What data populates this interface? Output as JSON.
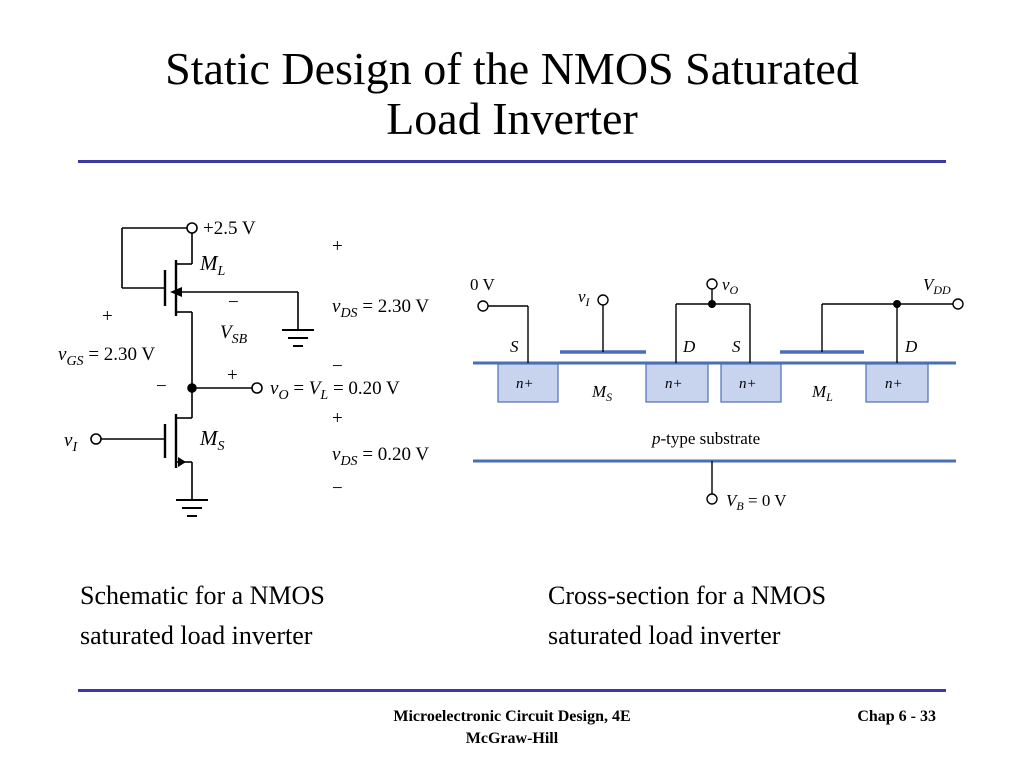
{
  "slide": {
    "title_line1": "Static Design of the NMOS Saturated",
    "title_line2": "Load Inverter",
    "rule_color": "#3a3aa0"
  },
  "schematic": {
    "supply": "+2.5 V",
    "ml_main": "M",
    "ml_sub": "L",
    "ms_main": "M",
    "ms_sub": "S",
    "vsb_main": "V",
    "vsb_sub": "SB",
    "vgs_main": "v",
    "vgs_sub": "GS",
    "vgs_val": " = 2.30 V",
    "vi_main": "v",
    "vi_sub": "I",
    "vo_main": "v",
    "vo_sub": "O",
    "vo_eq": " = ",
    "vl_main": "V",
    "vl_sub": "L",
    "vo_val": " = 0.20 V",
    "vds_top_main": "v",
    "vds_top_sub": "DS",
    "vds_top_val": " = 2.30 V",
    "vds_bot_main": "v",
    "vds_bot_sub": "DS",
    "vds_bot_val": " = 0.20 V",
    "plus": "+",
    "minus": "−"
  },
  "cross_section": {
    "v0": "0 V",
    "vi_main": "v",
    "vi_sub": "I",
    "vo_main": "v",
    "vo_sub": "O",
    "vdd_main": "V",
    "vdd_sub": "DD",
    "s1": "S",
    "d1": "D",
    "s2": "S",
    "d2": "D",
    "nplus": "n+",
    "ms_main": "M",
    "ms_sub": "S",
    "ml_main": "M",
    "ml_sub": "L",
    "substrate_p": "p",
    "substrate_rest": "-type substrate",
    "vb_main": "V",
    "vb_sub": "B",
    "vb_val": " = 0 V",
    "diffusion_fill": "#c8d4ee",
    "line_color": "#4a6fb5"
  },
  "captions": {
    "left_line1": "Schematic for a NMOS",
    "left_line2": "saturated load inverter",
    "right_line1": "Cross-section for a NMOS",
    "right_line2": "saturated load inverter"
  },
  "footer": {
    "book": "Microelectronic Circuit Design, 4E",
    "publisher": "McGraw-Hill",
    "page": "Chap 6 - 33"
  }
}
